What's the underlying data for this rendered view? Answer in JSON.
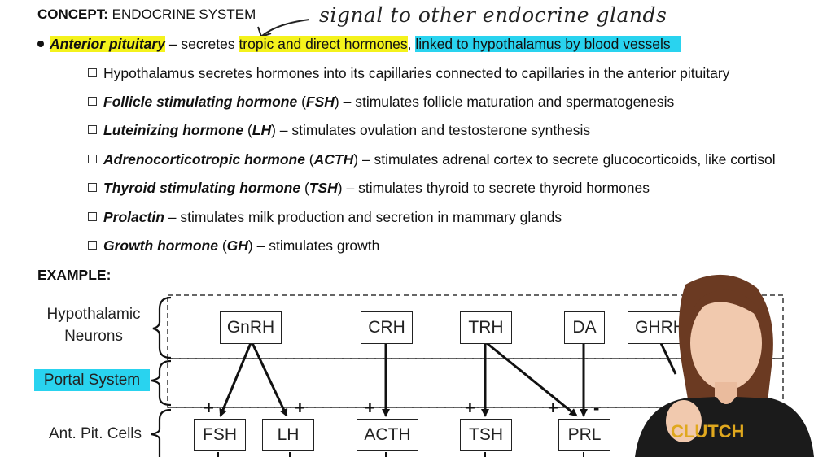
{
  "title": {
    "bold": "CONCEPT:",
    "rest": " ENDOCRINE SYSTEM"
  },
  "annotation": "signal to other endocrine glands",
  "main_bullet": {
    "term": "Anterior pituitary",
    "sep1": " – secretes ",
    "highlight_yellow": "tropic and direct hormones",
    "sep2": ", ",
    "highlight_cyan": "linked to hypothalamus by blood vessels"
  },
  "sub_items": [
    {
      "term": "",
      "abbr": "",
      "text": "Hypothalamus secretes hormones into its capillaries connected to capillaries in the anterior pituitary"
    },
    {
      "term": "Follicle stimulating hormone",
      "abbr": "FSH",
      "text": " – stimulates follicle maturation and spermatogenesis"
    },
    {
      "term": "Luteinizing hormone",
      "abbr": "LH",
      "text": " – stimulates ovulation and testosterone synthesis"
    },
    {
      "term": "Adrenocorticotropic hormone",
      "abbr": "ACTH",
      "text": " – stimulates adrenal cortex to secrete glucocorticoids, like cortisol"
    },
    {
      "term": "Thyroid stimulating hormone",
      "abbr": "TSH",
      "text": " – stimulates thyroid to secrete thyroid hormones"
    },
    {
      "term": "Prolactin",
      "abbr": "",
      "text": " – stimulates milk production and secretion in mammary glands"
    },
    {
      "term": "Growth hormone",
      "abbr": "GH",
      "text": " – stimulates growth"
    }
  ],
  "example_label": "EXAMPLE:",
  "diagram": {
    "row_labels": {
      "hypothalamic_1": "Hypothalamic",
      "hypothalamic_2": "Neurons",
      "portal": "Portal System",
      "antpit": "Ant. Pit. Cells"
    },
    "top_nodes": [
      "GnRH",
      "CRH",
      "TRH",
      "DA",
      "GHRH"
    ],
    "bottom_nodes": [
      "FSH",
      "LH",
      "ACTH",
      "TSH",
      "PRL"
    ],
    "signs": [
      "+",
      "+",
      "+",
      "+",
      "+",
      "-"
    ]
  },
  "logo_text": "CLUTCH",
  "colors": {
    "yellow_highlight": "#f4f21c",
    "cyan_highlight": "#29d3ef"
  }
}
